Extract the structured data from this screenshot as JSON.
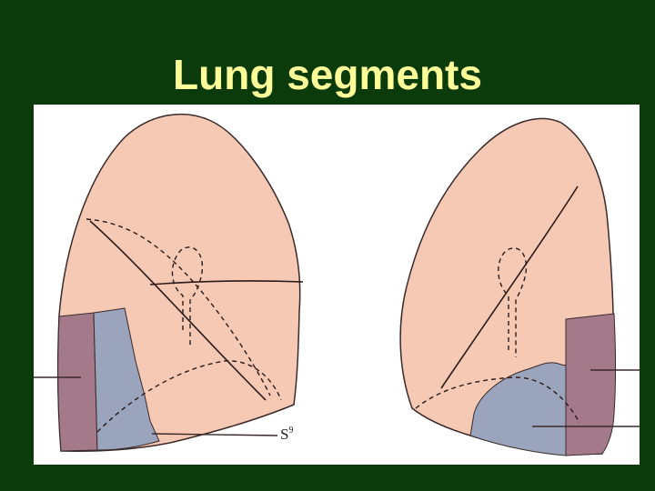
{
  "slide": {
    "title": "Lung segments"
  },
  "figure": {
    "label_base": "S",
    "label_superscript": "9",
    "colors": {
      "background": "#0b3a0b",
      "title": "#ffff99",
      "lung_base": "#f6c9b4",
      "segment_purple": "#a47a8a",
      "segment_blue": "#9aa4bc",
      "outline": "#3a2a2a"
    }
  }
}
